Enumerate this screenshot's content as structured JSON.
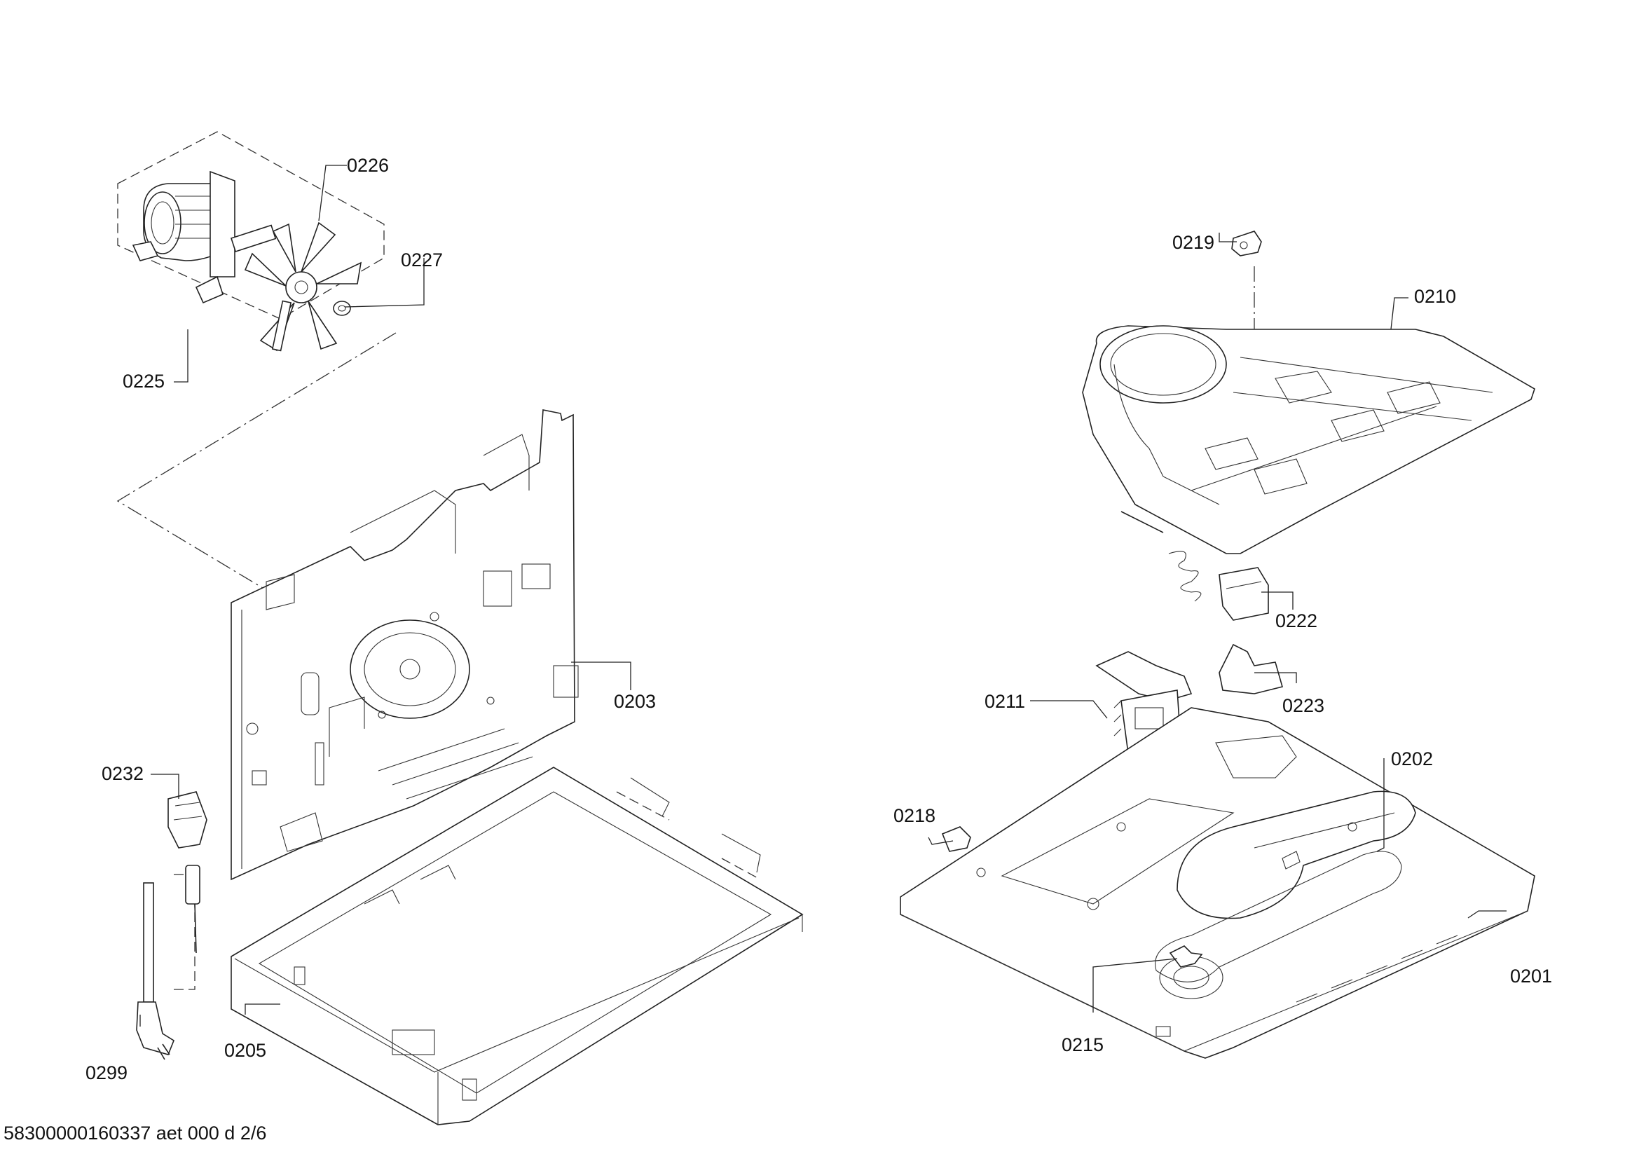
{
  "part_labels": {
    "p0226": "0226",
    "p0227": "0227",
    "p0225": "0225",
    "p0219": "0219",
    "p0210": "0210",
    "p0222": "0222",
    "p0223": "0223",
    "p0211": "0211",
    "p0203": "0203",
    "p0232": "0232",
    "p0202": "0202",
    "p0218": "0218",
    "p0201": "0201",
    "p0215": "0215",
    "p0299": "0299",
    "p0205": "0205"
  },
  "footer": {
    "document_code": "58300000160337 aet 000 d 2/6"
  }
}
